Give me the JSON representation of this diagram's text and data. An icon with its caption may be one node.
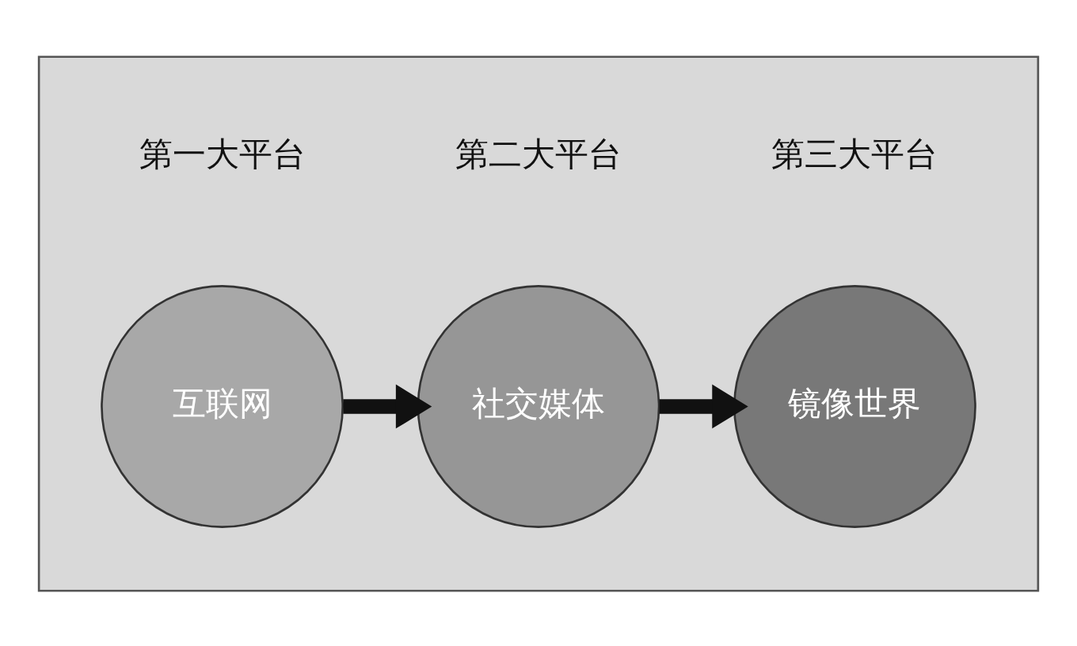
{
  "diagram": {
    "nodes": [
      {
        "text": [],
        "shape": "box"
      },
      {
        "text": [
          "互联网"
        ],
        "beside": [
          "第一大平台"
        ],
        "in": 0
      },
      {
        "text": [
          "社交媒体"
        ],
        "beside": [
          "第二大平台"
        ],
        "in": 0
      },
      {
        "text": [
          "镜像世界"
        ],
        "beside": [
          "第三大平台"
        ],
        "in": 0
      }
    ],
    "edges": [
      {
        "from": 1,
        "to": 2,
        "arrow": "to"
      },
      {
        "from": 2,
        "to": 3,
        "arrow": "to"
      }
    ]
  }
}
